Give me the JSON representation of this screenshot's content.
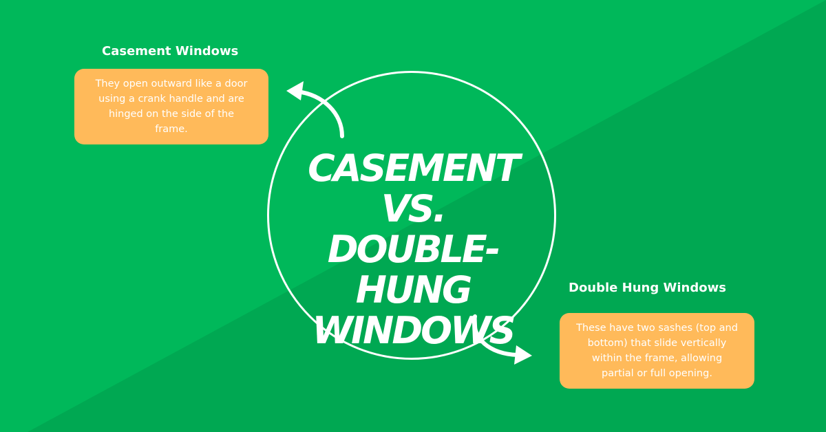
{
  "title": {
    "line1": "CASEMENT VS.",
    "line2": "DOUBLE-",
    "line3": "HUNG",
    "line4": "WINDOWS"
  },
  "casement": {
    "heading": "Casement Windows",
    "description": "They open outward like a door using a crank handle and are hinged on the side of the frame."
  },
  "double_hung": {
    "heading": "Double Hung Windows",
    "description": "These have two sashes (top and bottom) that slide vertically within the frame, allowing partial or full opening."
  },
  "colors": {
    "background": "#00b85a",
    "background_shade": "#00a852",
    "card": "#ffba5a",
    "text": "#ffffff"
  }
}
